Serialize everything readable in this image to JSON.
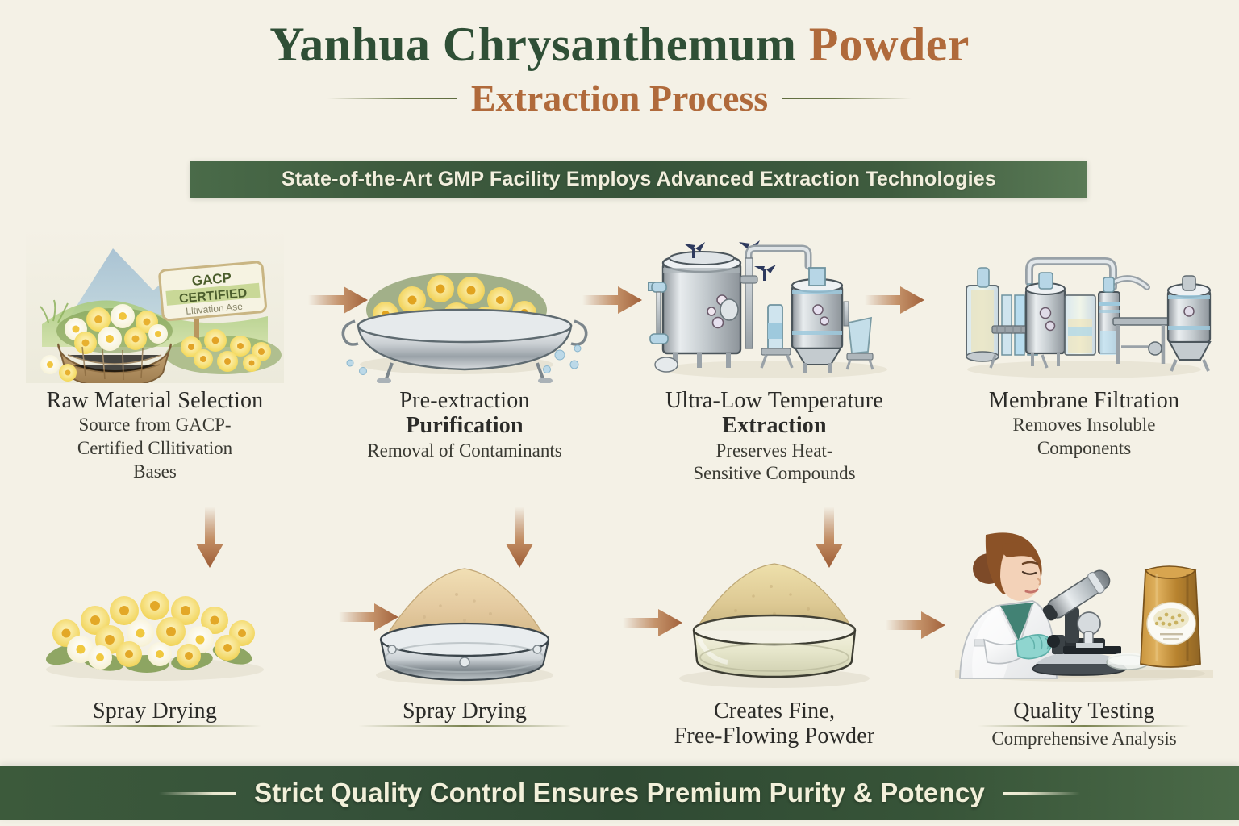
{
  "title": {
    "line1_part1": "Yanhua Chrysanthemum ",
    "line1_part2": "Powder",
    "line2": "Extraction Process"
  },
  "banner": {
    "text": "State-of-the-Art GMP Facility Employs Advanced Extraction Technologies"
  },
  "colors": {
    "background": "#f4f1e6",
    "title_green": "#2f4f36",
    "title_brown": "#b06a3b",
    "banner_green": "#3e5b3e",
    "arrow_brown": "#a9673c",
    "footer_green": "#2f4a33",
    "rule_olive": "#7a8350"
  },
  "steps": [
    {
      "id": "raw-material-selection",
      "title": "Raw Material Selection",
      "subtitle": "Source from GACP-",
      "subtitle2": "Certified Cllitivation",
      "subtitle3": "Bases",
      "bold_title": false,
      "sign_line1": "GACP",
      "sign_line2": "CERTIFIED",
      "sign_line3": "Lltivation Ase"
    },
    {
      "id": "pre-extraction-purification",
      "title": "Pre-extraction",
      "title2": "Purification",
      "subtitle": "Removal of Contaminants",
      "bold_title": true
    },
    {
      "id": "ultra-low-temperature-extraction",
      "title": "Ultra-Low Temperature",
      "title2": "Extraction",
      "subtitle": "Preserves Heat-",
      "subtitle2": "Sensitive Compounds",
      "bold_title": true
    },
    {
      "id": "membrane-filtration",
      "title": "Membrane Filtration",
      "subtitle": "Removes Insoluble",
      "subtitle2": "Components",
      "bold_title": false
    },
    {
      "id": "spray-drying-flowers",
      "title": "Spray Drying",
      "subtitle": "",
      "bold_title": false
    },
    {
      "id": "spray-drying-powder",
      "title": "Spray Drying",
      "subtitle": "",
      "bold_title": false
    },
    {
      "id": "fine-free-flowing-powder",
      "title": "Creates Fine,",
      "subtitle": "Free-Flowing Powder",
      "bold_title": false
    },
    {
      "id": "quality-testing",
      "title": "Quality Testing",
      "subtitle": "Comprehensive Analysis",
      "bold_title": false
    }
  ],
  "footer": {
    "text": "Strict Quality Control Ensures Premium Purity & Potency"
  }
}
